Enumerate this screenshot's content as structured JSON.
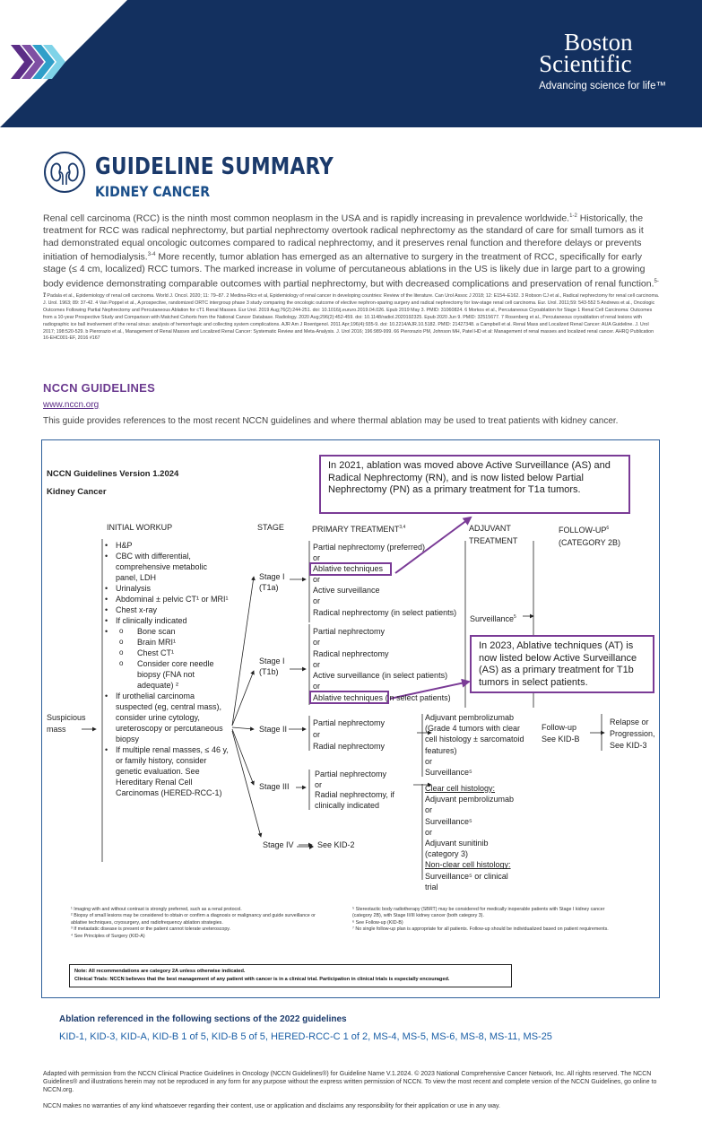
{
  "header": {
    "brand_line1": "Boston",
    "brand_line2": "Scientific",
    "tagline": "Advancing science for life™",
    "colors": {
      "navy": "#13305f",
      "purple": "#7a3b96",
      "chev1": "#5b2d86",
      "chev2": "#7f4fa3",
      "chev3": "#2f9fc9",
      "chev4": "#7fd3e8"
    }
  },
  "title": {
    "main": "GUIDELINE SUMMARY",
    "sub": "KIDNEY CANCER",
    "icon": "kidney-icon"
  },
  "intro": {
    "p1": "Renal cell carcinoma (RCC) is the ninth most common neoplasm in the USA and is rapidly increasing in prevalence worldwide.",
    "sup1": "1-2",
    "p2": " Historically, the treatment for RCC was radical nephrectomy, but partial nephrectomy overtook radical nephrectomy as the standard of care for small tumors as it had demonstrated equal oncologic outcomes compared to radical nephrectomy, and it preserves renal function and therefore delays or prevents initiation of hemodialysis.",
    "sup2": "3-4",
    "p3": " More recently, tumor ablation has emerged as an alternative to surgery in the treatment of RCC, specifically for early stage (≤ 4 cm, localized) RCC tumors. The marked increase in volume of percutaneous ablations in the US is likely due in large part to a growing body evidence demonstrating comparable outcomes with partial nephrectomy, but with decreased complications and preservation of renal function.",
    "sup3": "5-7"
  },
  "references": "1 Padala et al., Epidemiology of renal cell carcinoma. World J. Oncol. 2020; 11: 79–87. 2 Medina-Rico et al, Epidemiology of renal cancer in developing countries: Review of the literature. Can Urol Assoc J 2018; 12: E154–E162. 3 Robson CJ et al., Radical nephrectomy for renal cell carcinoma. J. Urol. 1963; 89: 37-42. 4 Van Poppel et al., A prospective, randomized ORTC intergroup phase 3 study comparing the oncologic outcome of elective nephron-sparing surgery and radical nephrectomy for low-stage renal cell carcinoma. Eur. Urol. 2011;59: 543-552 5 Andrews et al., Oncologic Outcomes Following Partial Nephrectomy and Percutaneous Ablation for cT1 Renal Masses. Eur Urol. 2019 Aug;76(2):244-251. doi: 10.1016/j.eururo.2019.04.026. Epub 2019 May 3. PMID: 31060824. 6 Morkos et al., Percutaneous Cryoablation for Stage 1 Renal Cell Carcinoma: Outcomes from a 10-year Prospective Study and Comparison with Matched Cohorts from the National Cancer Database. Radiology. 2020 Aug;296(2):452-459. doi: 10.1148/radiol.2020192325. Epub 2020 Jun 9. PMID: 32515677. 7 Rosenberg et al., Percutaneous cryoablation of renal lesions with radiographic ice ball involvement of the renal sinus: analysis of hemorrhagic and collecting system complications. AJR Am J Roentgenol. 2011 Apr;196(4):935-9. doi: 10.2214/AJR.10.5182. PMID: 21427348. a Campbell et al. Renal Mass and Localized Renal Cancer: AUA Guideline. J. Urol 2017; 198:520-529. b Pierorazio et al., Management of Renal Masses and Localized Renal Cancer: Systematic Review and Meta-Analysis. J. Urol 2016; 196:989-999. 66 Pierorazio PM, Johnson MH, Patel HD et al: Management of renal masses and localized renal cancer. AHRQ Publication 16-EHC001-EF, 2016 #167",
  "nccn": {
    "heading": "NCCN GUIDELINES",
    "link": "www.nccn.org",
    "description": "This guide provides references to the most recent NCCN guidelines and where thermal ablation may be used to treat patients with kidney cancer."
  },
  "guideline": {
    "version": "NCCN Guidelines Version 1.2024",
    "cancer": "Kidney Cancer",
    "columns": {
      "workup": "INITIAL WORKUP",
      "stage": "STAGE",
      "primary": "PRIMARY TREATMENT",
      "primary_sup": "3,4",
      "adjuvant1": "ADJUVANT",
      "adjuvant2": "TREATMENT",
      "followup1": "FOLLOW-UP",
      "followup_sup": "6",
      "followup2": "(CATEGORY 2B)"
    },
    "callout1": "In 2021, ablation was moved above Active Surveillance (AS) and Radical Nephrectomy (RN), and is now listed below Partial Nephrectomy (PN) as a primary treatment for T1a tumors.",
    "callout2": "In 2023, Ablative techniques (AT) is now listed below Active Surveillance (AS) as a primary treatment for T1b tumors in select patients.",
    "suspicious": [
      "Suspicious",
      "mass"
    ],
    "workup_items": [
      "H&P",
      "CBC with differential, comprehensive metabolic panel, LDH",
      "Urinalysis",
      "Abdominal ± pelvic CT¹ or MRI¹",
      "Chest x-ray",
      "If clinically indicated"
    ],
    "workup_sub": [
      "Bone scan",
      "Brain MRI¹",
      "Chest CT¹",
      "Consider core needle biopsy (FNA not adequate) ²"
    ],
    "workup_more": [
      "If urothelial carcinoma suspected (eg, central mass), consider urine cytology, ureteroscopy or percutaneous biopsy",
      "If multiple renal masses, ≤ 46 y, or family history, consider genetic evaluation. See Hereditary Renal Cell Carcinomas (HERED-RCC-1)"
    ],
    "t1a": {
      "stage1": "Stage I",
      "stage2": "(T1a)",
      "l1": "Partial nephrectomy (preferred)",
      "or1": "or",
      "l2": "Ablative techniques",
      "or2": "or",
      "l3": "Active surveillance",
      "or3": "or",
      "l4": "Radical nephrectomy (in select patients)"
    },
    "surveillance": "Surveillance",
    "surveillance_sup": "5",
    "t1b": {
      "stage1": "Stage I",
      "stage2": "(T1b)",
      "l1": "Partial nephrectomy",
      "or1": "or",
      "l2": "Radical nephrectomy",
      "or2": "or",
      "l3": "Active surveillance (in select patients)",
      "or3": "or",
      "l4a": "Ablative techniques",
      "l4b": " (in select patients)"
    },
    "s2": {
      "stage": "Stage II",
      "l1": "Partial nephrectomy",
      "or1": "or",
      "l2": "Radial nephrectomy",
      "adj": [
        "Adjuvant pembrolizumab",
        "(Grade 4 tumors with clear",
        "cell histology ± sarcomatoid",
        "features)",
        "or",
        "Surveillance⁵"
      ],
      "fu1": "Follow-up",
      "fu2": "See KID-B",
      "rel1": "Relapse or",
      "rel2": "Progression,",
      "rel3": "See KID-3"
    },
    "s3": {
      "stage": "Stage III",
      "l1": "Partial nephrectomy",
      "or1": "or",
      "l2": "Radial nephrectomy, if",
      "l3": "clinically indicated",
      "adj_h1": "Clear cell histology:",
      "adj": [
        "Adjuvant pembrolizumab",
        "or",
        "Surveillance⁵",
        "or",
        "Adjuvant sunitinib",
        "(category 3)"
      ],
      "adj_h2": "Non-clear cell histology:",
      "adj2": [
        "Surveillance⁵ or clinical",
        "trial"
      ]
    },
    "s4": {
      "stage": "Stage IV",
      "see": "See KID-2"
    },
    "footnotes_left": [
      "¹ Imaging with and without contrast is strongly preferred, such as a renal protocol.",
      "² Biopsy of small lesions may be considered to obtain or confirm a diagnosis or malignancy and guide surveillance or ablative techniques, cryosurgery, and radiofrequency ablation strategies.",
      "³ If metastatic disease is present or the patient cannot tolerate ureteroscopy.",
      "⁴ See Principles of Surgery (KID-A)"
    ],
    "footnotes_right": [
      "⁵ Stereotactic body radiotherapy (SBRT) may be considered for medically inoperable patients with Stage I kidney cancer (category 2B), with Stage II/III kidney cancer (both category 3).",
      "⁶ See Follow-up (KID-B)",
      "⁷ No single follow-up plan is appropriate for all patients. Follow-up should be individualized based on patient requirements."
    ],
    "note1": "Note: All recommendations are category 2A unless otherwise indicated.",
    "note2": "Clinical Trials: NCCN believes that the best management of any patient with cancer is in a clinical trial. Participation in clinical trials is especially encouraged."
  },
  "ablation": {
    "heading": "Ablation referenced in the following sections of the 2022 guidelines",
    "list": "KID-1, KID-3, KID-A, KID-B 1 of 5, KID-B 5 of 5, HERED-RCC-C 1 of 2, MS-4, MS-5, MS-6, MS-8, MS-11, MS-25"
  },
  "adapted": "Adapted with permission from the NCCN Clinical Practice Guidelines in Oncology (NCCN Guidelines®) for Guideline Name V.1.2024. © 2023 National Comprehensive Cancer Network, Inc. All rights reserved. The NCCN Guidelines® and illustrations herein may not be reproduced in any form for any purpose without the express written permission of NCCN. To view the most recent and complete version of the NCCN Guidelines, go online to NCCN.org.",
  "warranty": "NCCN makes no warranties of any kind whatsoever regarding their content, use or application and disclaims any responsibility for their application or use in any way."
}
